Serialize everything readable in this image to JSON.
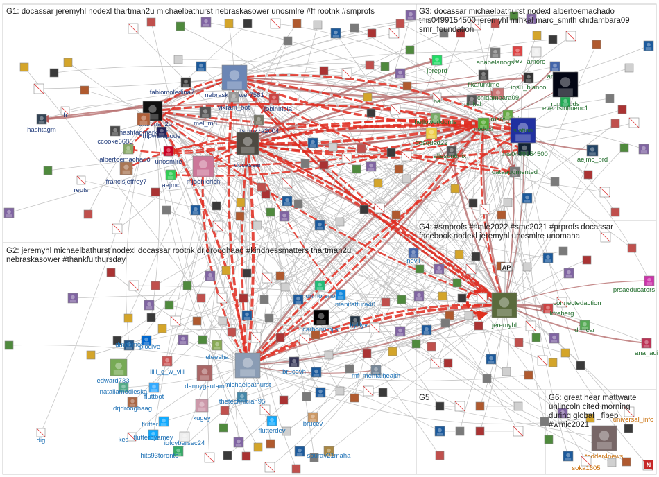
{
  "groups": [
    {
      "id": "G1",
      "title_lines": [
        "G1: docassar jeremyhl nodexl thartman2u michaelbathurst nebraskasower unosmlre #ff rootnk #smprofs"
      ]
    },
    {
      "id": "G2",
      "title_lines": [
        "G2: jeremyhl michaelbathurst nodexl docassar rootnk drjdrooghaag #kindnessmatters thartman2u",
        "nebraskasower #thankfulthursday"
      ]
    },
    {
      "id": "G3",
      "title_lines": [
        "G3: docassar michaelbathurst nodexl albertoemachado",
        "this0499154500 jeremyhl mihkal marc_smith chidambara09",
        "smr_foundation"
      ]
    },
    {
      "id": "G4",
      "title_lines": [
        "G4: #smprofs #smle2022 #smc2021 #prprofs docassar",
        "facebook nodexl jeremyhl unosmlre unomaha"
      ]
    },
    {
      "id": "G5",
      "title_lines": [
        "G5"
      ]
    },
    {
      "id": "G6",
      "title_lines": [
        "G6: great hear mattwaite",
        "unlincoln cited morning",
        "during global _fibep",
        "#wmic2021"
      ]
    }
  ],
  "nodes": [
    {
      "id": "nebraskasower",
      "label": "nebraskasower7581"
    },
    {
      "id": "fabiomoledina",
      "label": "fabiomoledina7"
    },
    {
      "id": "thartman2u",
      "label": "thartman2u"
    },
    {
      "id": "hashtagmarket",
      "label": "hashtagmarketi7"
    },
    {
      "id": "mel_m8",
      "label": "mel_m8"
    },
    {
      "id": "vikram_bot",
      "label": "vikram_bot"
    },
    {
      "id": "jobinindia",
      "label": "jobinindia"
    },
    {
      "id": "itsmuzza",
      "label": "itsmuzza2004"
    },
    {
      "id": "hashtagm",
      "label": "hashtagm"
    },
    {
      "id": "ccooke",
      "label": "ccooke6685"
    },
    {
      "id": "mpwerup",
      "label": "mpwerupode"
    },
    {
      "id": "albertoe",
      "label": "albertoemachado"
    },
    {
      "id": "unosmlre",
      "label": "unosmlre"
    },
    {
      "id": "docassar",
      "label": "docassar"
    },
    {
      "id": "francis",
      "label": "francisjeffrey7"
    },
    {
      "id": "aejmc",
      "label": "aejmc"
    },
    {
      "id": "mjoehlerich",
      "label": "mjoehlerich"
    },
    {
      "id": "reuts",
      "label": "reuts"
    },
    {
      "id": "h",
      "label": "h"
    },
    {
      "id": "jpreprd",
      "label": "jpreprd"
    },
    {
      "id": "anabelanogs",
      "label": "anabelanogs"
    },
    {
      "id": "ilev",
      "label": "ilev"
    },
    {
      "id": "amoro",
      "label": "amoro"
    },
    {
      "id": "fikafuntime",
      "label": "fikafuntime"
    },
    {
      "id": "iosu_blanco",
      "label": "iosu_blanco"
    },
    {
      "id": "analy",
      "label": "analy"
    },
    {
      "id": "ha",
      "label": "ha"
    },
    {
      "id": "chidambara09",
      "label": "chidambara09"
    },
    {
      "id": "mihkal",
      "label": "mihkal"
    },
    {
      "id": "runclouds",
      "label": "runclouds"
    },
    {
      "id": "eventsinfluenc1",
      "label": "eventsinfluenc1"
    },
    {
      "id": "helloworld",
      "label": "helloworldgrrls"
    },
    {
      "id": "marc_smith",
      "label": "marc_smith"
    },
    {
      "id": "nodexl",
      "label": "nodexl"
    },
    {
      "id": "sumination",
      "label": "s   ation"
    },
    {
      "id": "gosquad22",
      "label": "gosquad22"
    },
    {
      "id": "allesundnix",
      "label": "allesundnix_"
    },
    {
      "id": "this0499",
      "label": "this0499154500"
    },
    {
      "id": "aejmc_prd",
      "label": "aejmc_prd"
    },
    {
      "id": "dataaugmented",
      "label": "dataaugmented"
    },
    {
      "id": "lorimoreno",
      "label": "lorimoreno"
    },
    {
      "id": "manifattura",
      "label": "manifattura40"
    },
    {
      "id": "carbonumjist",
      "label": "carbonumjist"
    },
    {
      "id": "bylilyv",
      "label": "bylilyv"
    },
    {
      "id": "nevil",
      "label": "nevil"
    },
    {
      "id": "piodive",
      "label": "piodive"
    },
    {
      "id": "dmehmet",
      "label": "dmehmet"
    },
    {
      "id": "eleesha",
      "label": "eleesha"
    },
    {
      "id": "lilli_g",
      "label": "lilli_g_w_viii"
    },
    {
      "id": "edward733",
      "label": "edward733"
    },
    {
      "id": "dannygautam",
      "label": "dannygautam"
    },
    {
      "id": "michaelbathurst",
      "label": "michaelbathurst"
    },
    {
      "id": "brucevh",
      "label": "brucevh"
    },
    {
      "id": "mf_mentalhealth",
      "label": "mf_mentalhealth"
    },
    {
      "id": "nataliamodieska",
      "label": "nataliamodieska"
    },
    {
      "id": "fluttbot",
      "label": "fluttbot"
    },
    {
      "id": "thetechnician95",
      "label": "thetechnician95"
    },
    {
      "id": "drjdrooghaag",
      "label": "drjdrooghaag"
    },
    {
      "id": "kugey",
      "label": "kugey"
    },
    {
      "id": "flutter",
      "label": "flutter"
    },
    {
      "id": "flutterdev",
      "label": "flutterdev"
    },
    {
      "id": "kes",
      "label": "kes"
    },
    {
      "id": "flutterbyamey",
      "label": "flutterbyamey"
    },
    {
      "id": "iotcybersec24",
      "label": "iotcybersec24"
    },
    {
      "id": "brucev",
      "label": "brucev"
    },
    {
      "id": "hits93toronto",
      "label": "hits93toronto"
    },
    {
      "id": "sourav21maha",
      "label": "sourav21maha"
    },
    {
      "id": "dig",
      "label": "dig"
    },
    {
      "id": "jeremyhl",
      "label": "jeremyhl"
    },
    {
      "id": "connectedaction",
      "label": "connectedaction"
    },
    {
      "id": "kfreberg",
      "label": "kfreberg"
    },
    {
      "id": "drmcar",
      "label": "drmcar"
    },
    {
      "id": "prsaeducators",
      "label": "prsaeducators"
    },
    {
      "id": "ana_adi",
      "label": "ana_adi"
    },
    {
      "id": "universal_info",
      "label": "universal_info"
    },
    {
      "id": "todder4news",
      "label": "todder4news"
    },
    {
      "id": "soka1605",
      "label": "soka1605"
    }
  ],
  "ap_badge": "AP",
  "n_badge": "N"
}
